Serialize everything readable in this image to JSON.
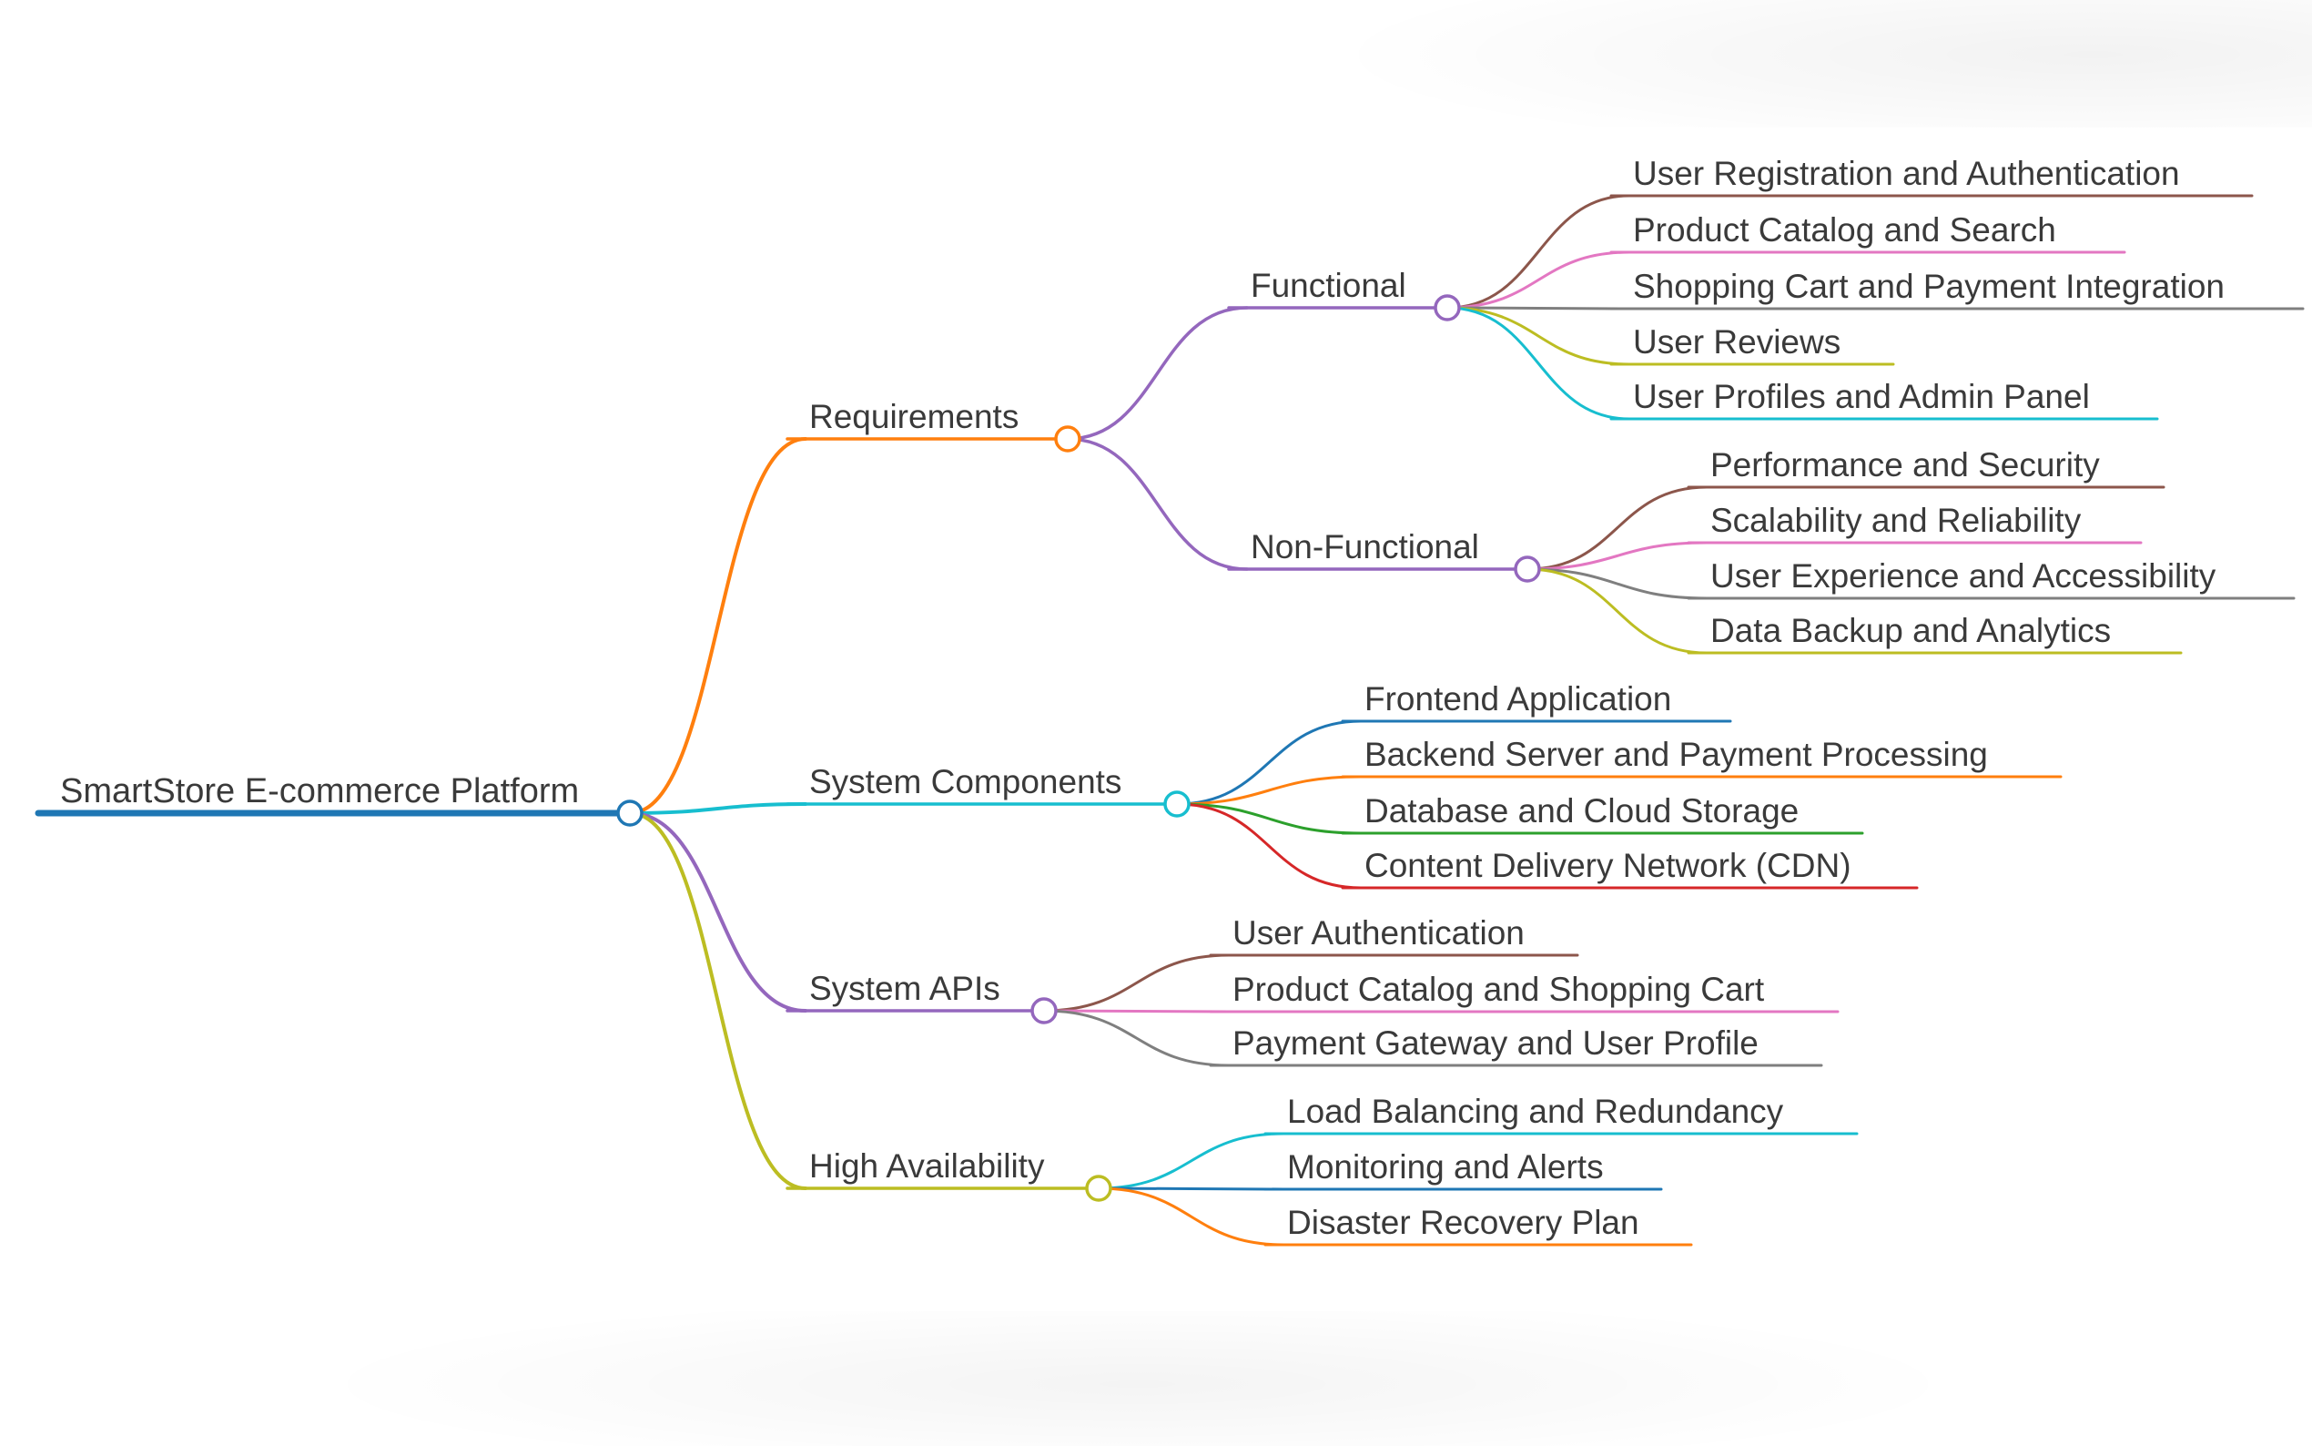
{
  "mindmap": {
    "root": {
      "label": "SmartStore E-commerce Platform",
      "color": "#1f77b4",
      "children": [
        {
          "label": "Requirements",
          "color": "#ff7f0e",
          "children": [
            {
              "label": "Functional",
              "color": "#9467bd",
              "children": [
                {
                  "label": "User Registration and Authentication",
                  "color": "#8c564b"
                },
                {
                  "label": "Product Catalog and Search",
                  "color": "#e377c2"
                },
                {
                  "label": "Shopping Cart and Payment Integration",
                  "color": "#7f7f7f"
                },
                {
                  "label": "User Reviews",
                  "color": "#bcbd22"
                },
                {
                  "label": "User Profiles and Admin Panel",
                  "color": "#17becf"
                }
              ]
            },
            {
              "label": "Non-Functional",
              "color": "#9467bd",
              "children": [
                {
                  "label": "Performance and Security",
                  "color": "#8c564b"
                },
                {
                  "label": "Scalability and Reliability",
                  "color": "#e377c2"
                },
                {
                  "label": "User Experience and Accessibility",
                  "color": "#7f7f7f"
                },
                {
                  "label": "Data Backup and Analytics",
                  "color": "#bcbd22"
                }
              ]
            }
          ]
        },
        {
          "label": "System Components",
          "color": "#17becf",
          "children": [
            {
              "label": "Frontend Application",
              "color": "#1f77b4"
            },
            {
              "label": "Backend Server and Payment Processing",
              "color": "#ff7f0e"
            },
            {
              "label": "Database and Cloud Storage",
              "color": "#2ca02c"
            },
            {
              "label": "Content Delivery Network (CDN)",
              "color": "#d62728"
            }
          ]
        },
        {
          "label": "System APIs",
          "color": "#9467bd",
          "children": [
            {
              "label": "User Authentication",
              "color": "#8c564b"
            },
            {
              "label": "Product Catalog and Shopping Cart",
              "color": "#e377c2"
            },
            {
              "label": "Payment Gateway and User Profile",
              "color": "#7f7f7f"
            }
          ]
        },
        {
          "label": "High Availability",
          "color": "#bcbd22",
          "children": [
            {
              "label": "Load Balancing and Redundancy",
              "color": "#17becf"
            },
            {
              "label": "Monitoring and Alerts",
              "color": "#1f77b4"
            },
            {
              "label": "Disaster Recovery Plan",
              "color": "#ff7f0e"
            }
          ]
        }
      ]
    }
  }
}
